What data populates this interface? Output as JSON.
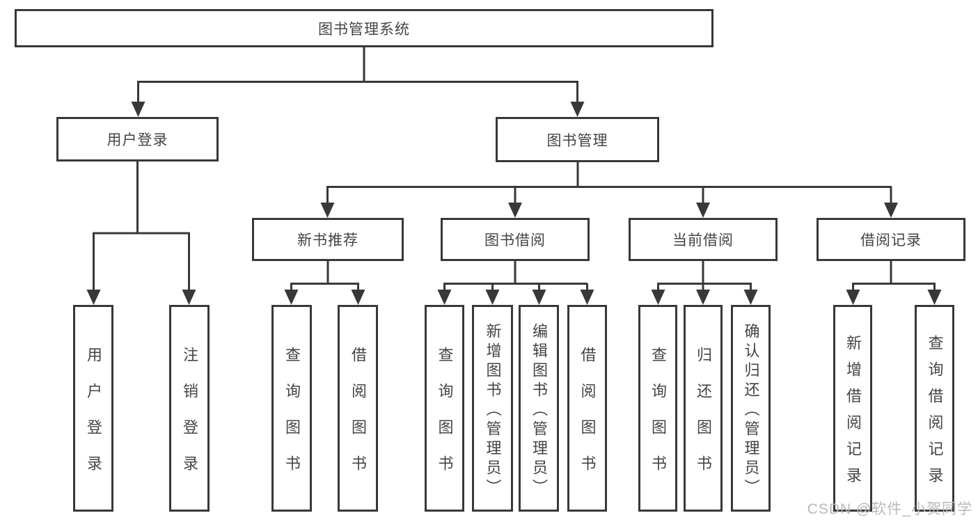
{
  "diagram": {
    "title": "图书管理系统",
    "level2": [
      "用户登录",
      "图书管理"
    ],
    "level3": [
      "新书推荐",
      "图书借阅",
      "当前借阅",
      "借阅记录"
    ],
    "leaves": {
      "user_login": [
        "用户登录",
        "注销登录"
      ],
      "new_book": [
        "查询图书",
        "借阅图书"
      ],
      "book_borrow": [
        "查询图书",
        "新增图书（管理员）",
        "编辑图书（管理员）",
        "借阅图书"
      ],
      "current_borrow": [
        "查询图书",
        "归还图书",
        "确认归还（管理员）"
      ],
      "borrow_records": [
        "新增借阅记录",
        "查询借阅记录"
      ]
    },
    "watermark": "CSDN @软件_小贺同学",
    "colors": {
      "line": "#383838",
      "text": "#444444",
      "watermark": "#b9b9b9",
      "background": "#ffffff"
    }
  }
}
